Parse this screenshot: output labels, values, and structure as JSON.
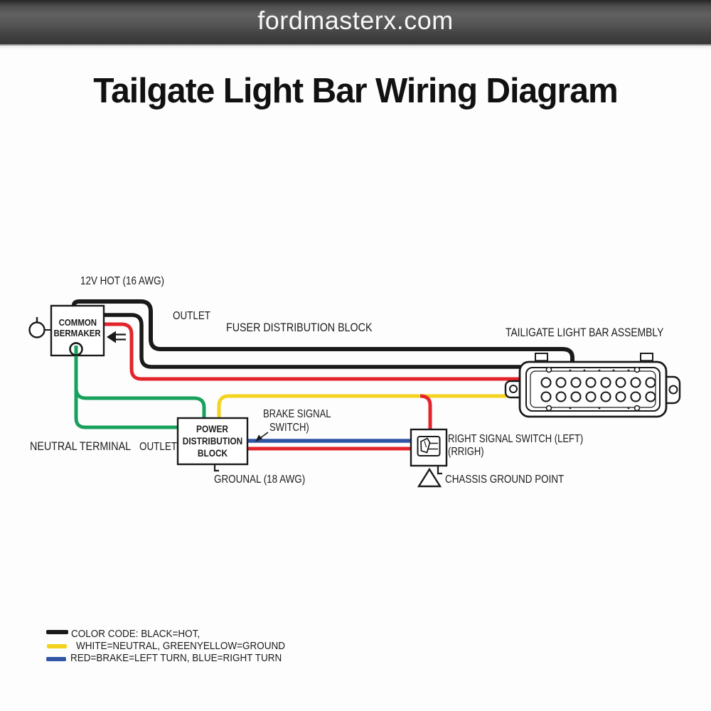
{
  "banner": {
    "site": "fordmasterx.com"
  },
  "title": "Tailgate Light Bar Wiring Diagram",
  "colors": {
    "wire_black": "#1a1a1a",
    "wire_red": "#e3242b",
    "wire_green": "#18a15c",
    "wire_yellow": "#f3d31e",
    "wire_blue": "#3156a5"
  },
  "diagram": {
    "labels": {
      "hot": "12V HOT (16 AWG)",
      "outlet_top": "OUTLET",
      "fuse_block": "FUSER DISTRIBUTION BLOCK",
      "assembly": "TAILIGATE LIGHT BAR ASSEMBLY",
      "breaker1": "COMMON",
      "breaker2": "BERMAKER",
      "neutral": "NEUTRAL TERMINAL",
      "outlet_bottom": "OUTLET",
      "power1": "POWER",
      "power2": "DISTRIBUTION",
      "power3": "BLOCK",
      "brake1": "BRAKE SIGNAL",
      "brake2": "SWITCH)",
      "right_signal1": "RIGHT SIGNAL SWITCH (LEFT)",
      "right_signal2": "(RRIGH)",
      "ground_wire": "GROUNAL (18 AWG)",
      "chassis": "CHASSIS GROUND POINT"
    }
  },
  "legend": {
    "line1": "COLOR CODE: BLACK=HOT,",
    "line2": "WHITE=NEUTRAL, GREENYELLOW=GROUND",
    "line3": "RED=BRAKE=LEFT TURN, BLUE=RIGHT TURN"
  }
}
